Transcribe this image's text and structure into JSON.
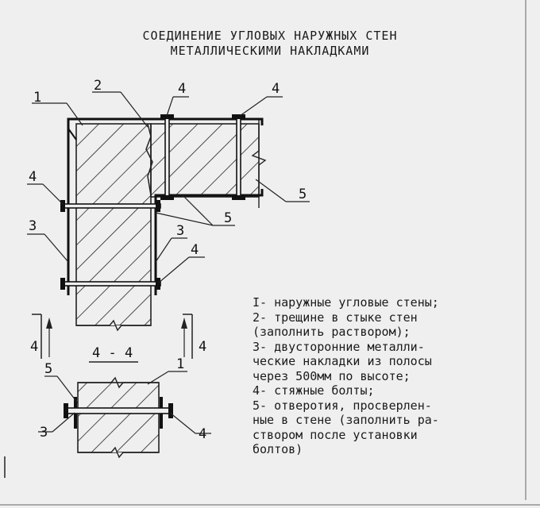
{
  "title": {
    "line1": "СОЕДИНЕНИЕ УГЛОВЫХ НАРУЖНЫХ СТЕН",
    "line2": "МЕТАЛЛИЧЕСКИМИ НАКЛАДКАМИ"
  },
  "callouts": {
    "c1_top": "1",
    "c2_top": "2",
    "c4_top_a": "4",
    "c4_top_b": "4",
    "c4_left": "4",
    "c3_left": "3",
    "c3_mid": "3",
    "c4_mid": "4",
    "c5_right": "5",
    "c5_mid": "5"
  },
  "section": {
    "marker_left": "4",
    "marker_right": "4",
    "label": "4 - 4",
    "c5": "5",
    "c1": "1",
    "c3": "3",
    "c4": "4"
  },
  "legend": [
    "I- наружные угловые стены;",
    "2- трещине в стыке стен",
    "(заполнить раствором);",
    "3- двусторонние металли-",
    "ческие накладки из полосы",
    "через 500мм по высоте;",
    "4- стяжные болты;",
    "5- отверотия, просверлен-",
    "ные в стене (заполнить ра-",
    "створом после установки",
    "болтов)"
  ]
}
